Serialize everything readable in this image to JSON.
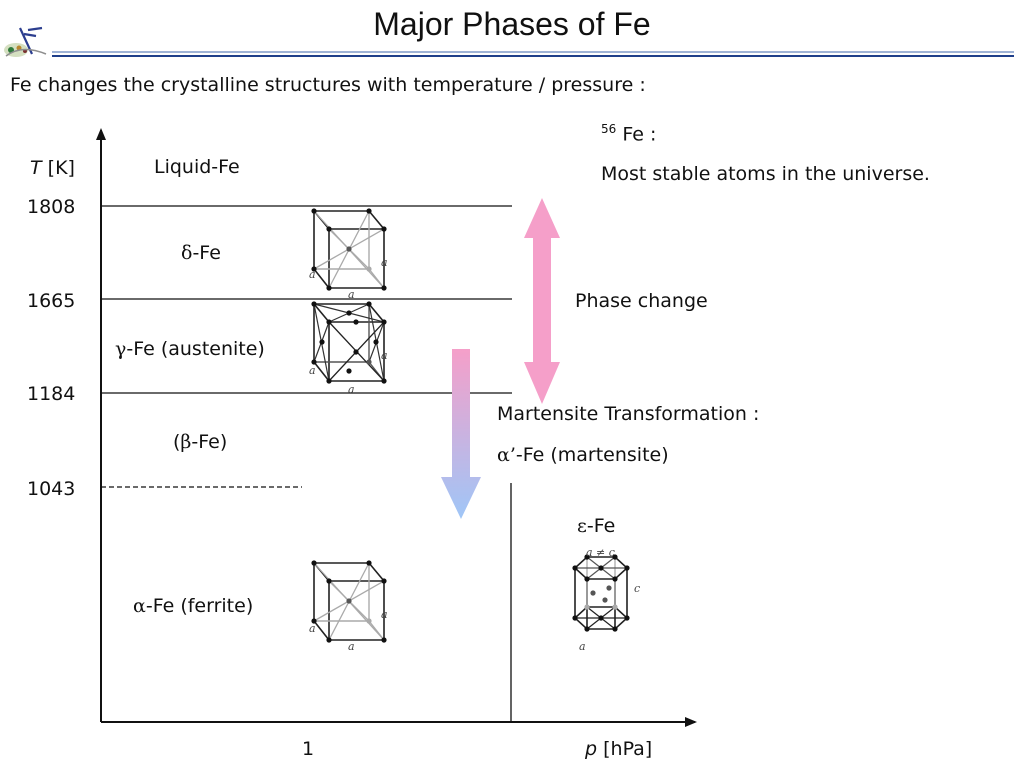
{
  "header": {
    "title": "Major Phases of Fe"
  },
  "subtitle": "Fe changes the crystalline structures with temperature / pressure :",
  "note": {
    "isotope_mass": "56",
    "isotope_symbol": "Fe :",
    "text": "Most stable atoms in the universe."
  },
  "axes": {
    "y_symbol": "T",
    "y_unit": "[K]",
    "x_symbol": "p",
    "x_unit": "[hPa]",
    "x_tick": "1"
  },
  "temperatures": [
    "1808",
    "1665",
    "1184",
    "1043"
  ],
  "phases": {
    "liquid": "Liquid-Fe",
    "delta_symbol": "δ",
    "delta_rest": "-Fe",
    "gamma_symbol": "γ",
    "gamma_rest": "-Fe (austenite)",
    "beta_open": "(",
    "beta_symbol": "β",
    "beta_rest": "-Fe)",
    "alpha_symbol": "α",
    "alpha_rest": "-Fe (ferrite)",
    "epsilon_symbol": "ε",
    "epsilon_rest": "-Fe"
  },
  "arrows": {
    "phase_change": "Phase change",
    "martensite_title": "Martensite Transformation :",
    "martensite_symbol": "α’",
    "martensite_rest": "-Fe (martensite)"
  },
  "lattice": {
    "edge_label": "a",
    "hcp_top_label": "a ≠ c",
    "hcp_side_label": "c"
  },
  "colors": {
    "phase_arrow": "#f59fc9",
    "martensite_arrow_top": "#f59fc9",
    "martensite_arrow_bottom": "#9fc6f7",
    "header_rule_light": "#9fb3d6",
    "header_rule_dark": "#1f3f8a"
  }
}
